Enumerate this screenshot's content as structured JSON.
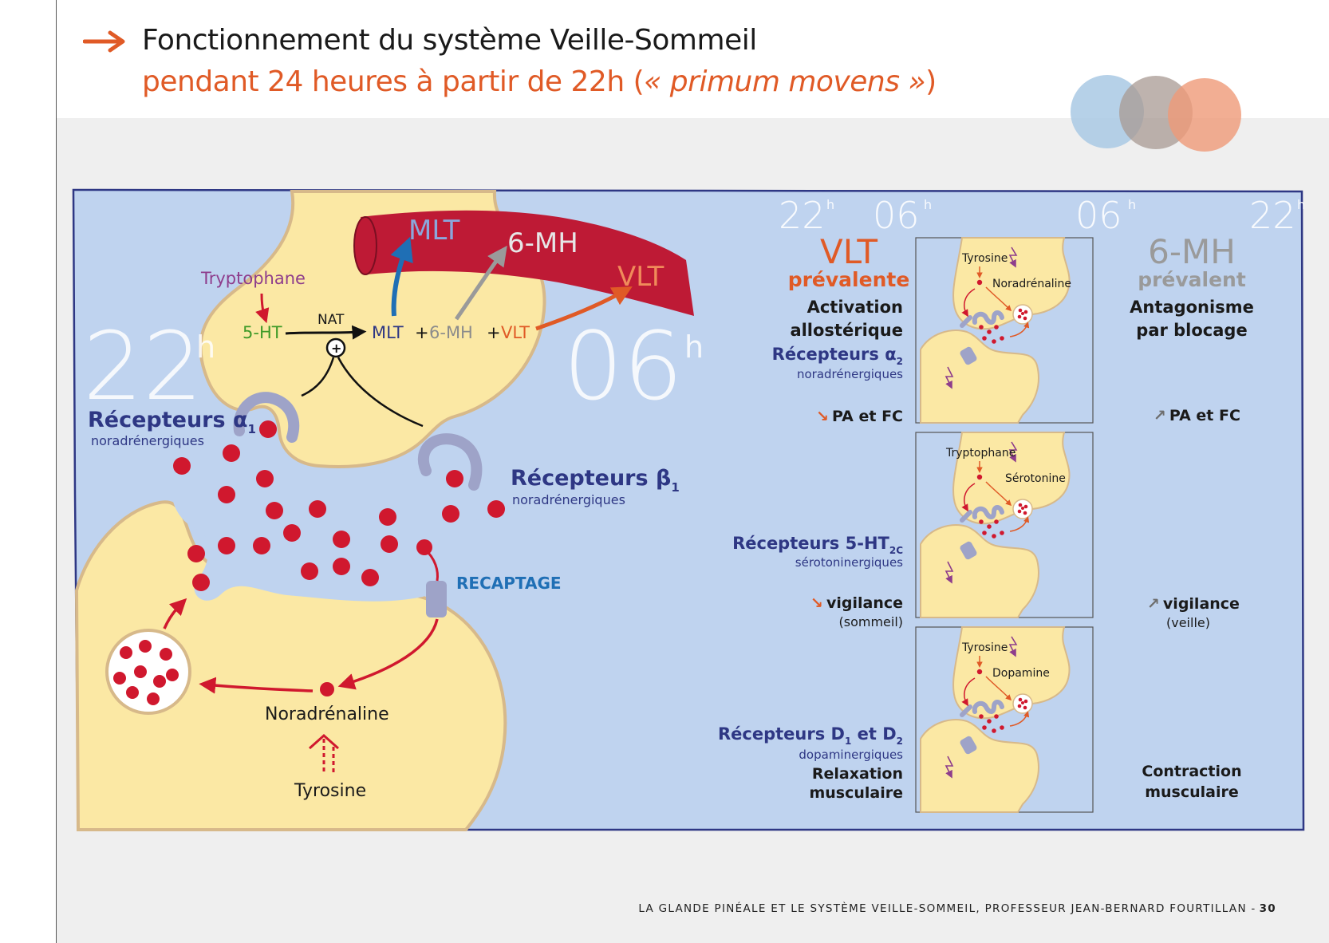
{
  "header": {
    "title": "Fonctionnement du système Veille-Sommeil",
    "subtitle_pre": "pendant 24 heures à partir de 22h (",
    "subtitle_em": "« primum movens »",
    "subtitle_post": ")"
  },
  "footer": {
    "text": "LA GLANDE PINÉALE ET LE SYSTÈME VEILLE-SOMMEIL, PROFESSEUR JEAN-BERNARD FOURTILLAN -",
    "page": "30"
  },
  "synapse": {
    "hour_22": "22",
    "hour_06": "06",
    "hour_sup": "h",
    "tryptophane": "Tryptophane",
    "five_ht": "5-HT",
    "nat": "NAT",
    "eq_mlt": "MLT",
    "eq_plus1": "+",
    "eq_6mh": "6-MH",
    "eq_plus2": "+",
    "eq_vlt": "VLT",
    "vessel_mlt": "MLT",
    "vessel_6mh": "6-MH",
    "vessel_vlt": "VLT",
    "rec_alpha": "Récepteurs α",
    "rec_alpha_sub": "1",
    "rec_alpha_note": "noradrénergiques",
    "rec_beta": "Récepteurs β",
    "rec_beta_sub": "1",
    "rec_beta_note": "noradrénergiques",
    "recaptage": "RECAPTAGE",
    "noradrenaline": "Noradrénaline",
    "tyrosine": "Tyrosine"
  },
  "right": {
    "h22a": "22",
    "h06a": "06",
    "h06b": "06",
    "h22b": "22",
    "hsup": "h",
    "vlt_title": "VLT",
    "vlt_sub": "prévalente",
    "mh_title": "6-MH",
    "mh_sub": "prévalent",
    "left_col": {
      "act1": "Activation",
      "act2": "allostérique",
      "rec_a2": "Récepteurs α",
      "rec_a2_sub": "2",
      "rec_a2_note": "noradrénergiques",
      "pa_fc": "PA et FC",
      "arrow_down": "↘",
      "rec_5ht": "Récepteurs 5-HT",
      "rec_5ht_sub": "2C",
      "rec_5ht_note": "sérotoninergiques",
      "vigilance": "vigilance",
      "sommeil": "(sommeil)",
      "rec_d": "Récepteurs D",
      "rec_d_sub1": "1",
      "rec_d_mid": " et D",
      "rec_d_sub2": "2",
      "rec_d_note": "dopaminergiques",
      "relax1": "Relaxation",
      "relax2": "musculaire"
    },
    "right_col": {
      "ant1": "Antagonisme",
      "ant2": "par blocage",
      "arrow_up": "↗",
      "pa_fc": "PA et FC",
      "vigilance": "vigilance",
      "veille": "(veille)",
      "contr1": "Contraction",
      "contr2": "musculaire"
    },
    "panels": [
      {
        "top": "Tyrosine",
        "mid": "Noradrénaline"
      },
      {
        "top": "Tryptophane",
        "mid": "Sérotonine"
      },
      {
        "top": "Tyrosine",
        "mid": "Dopamine"
      }
    ]
  },
  "colors": {
    "orange": "#e05a26",
    "navy": "#2e3784",
    "red": "#d0182e",
    "vessel": "#be1a35",
    "neuron": "#fbe8a4",
    "neuron_edge": "#d7b98a",
    "cleft": "#bfd3ef",
    "blue_arrow": "#1f6fb5",
    "gray_label": "#8c8c8c",
    "green": "#3f9a28",
    "purple": "#8e3d8c"
  }
}
